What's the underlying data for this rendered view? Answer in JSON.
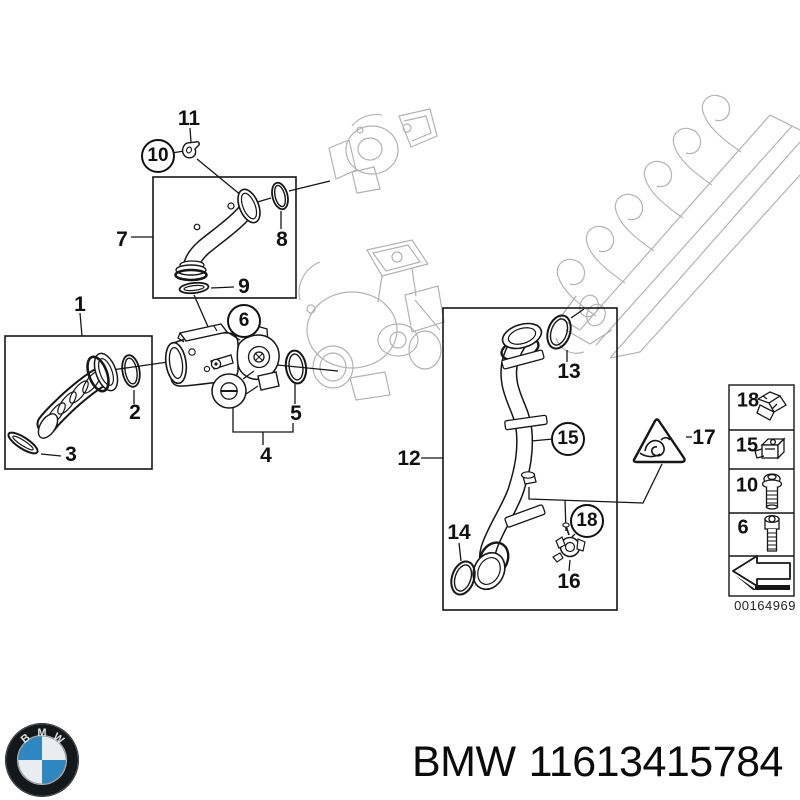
{
  "title": "BMW parts diagram - charge air intake pipes",
  "callouts": {
    "plain": [
      {
        "label": "1"
      },
      {
        "label": "2"
      },
      {
        "label": "3"
      },
      {
        "label": "4"
      },
      {
        "label": "5"
      },
      {
        "label": "7"
      },
      {
        "label": "8"
      },
      {
        "label": "9"
      },
      {
        "label": "11"
      },
      {
        "label": "12"
      },
      {
        "label": "13"
      },
      {
        "label": "14"
      },
      {
        "label": "16"
      },
      {
        "label": "17"
      }
    ],
    "circled": [
      {
        "label": "6"
      },
      {
        "label": "10"
      },
      {
        "label": "15"
      },
      {
        "label": "18"
      }
    ]
  },
  "legend": {
    "items": [
      {
        "label": "18",
        "icon": "retaining-clip-icon"
      },
      {
        "label": "15",
        "icon": "cage-nut-icon"
      },
      {
        "label": "10",
        "icon": "flange-bolt-icon"
      },
      {
        "label": "6",
        "icon": "socket-bolt-icon"
      }
    ],
    "direction_icon": "arrow-left-icon",
    "diagram_number": "00164969"
  },
  "footer": {
    "brand": "BMW",
    "part_number": "11613415784",
    "logo_letters": [
      "B",
      "M",
      "W"
    ]
  },
  "colors": {
    "line": "#161616",
    "ghost": "#b3b3b3",
    "logo_blue": "#2f87c2",
    "logo_silver": "#e9edf0",
    "background": "#ffffff"
  }
}
